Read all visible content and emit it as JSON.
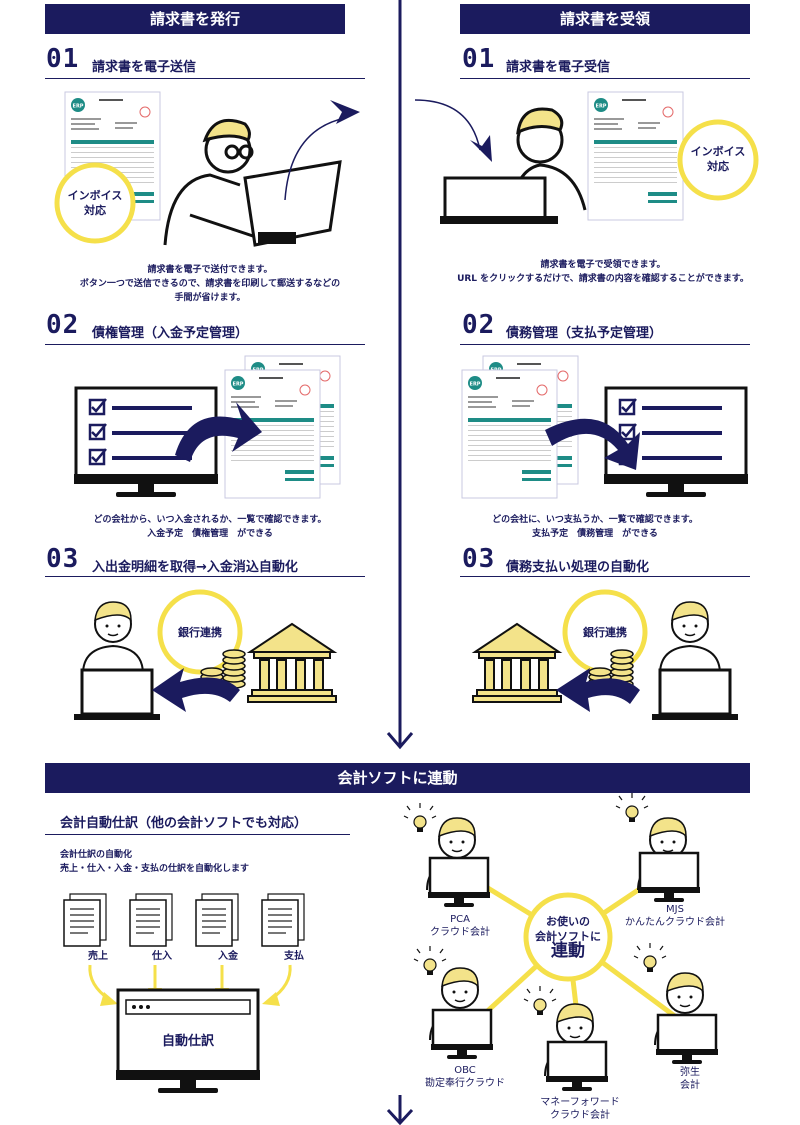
{
  "left": {
    "banner": "請求書を発行",
    "s1": {
      "num": "01",
      "title": "請求書を電子送信",
      "circle": [
        "インボイス",
        "対応"
      ],
      "caption": [
        "請求書を電子で送付できます。",
        "ボタン一つで送信できるので、請求書を印刷して郵送するなどの",
        "手間が省けます。"
      ]
    },
    "s2": {
      "num": "02",
      "title": "債権管理（入金予定管理）",
      "caption": [
        "どの会社から、いつ入金されるか、一覧で確認できます。",
        "入金予定　債権管理　ができる"
      ]
    },
    "s3": {
      "num": "03",
      "title": "入出金明細を取得→入金消込自動化",
      "circle": "銀行連携"
    }
  },
  "right": {
    "banner": "請求書を受領",
    "s1": {
      "num": "01",
      "title": "請求書を電子受信",
      "circle": [
        "インボイス",
        "対応"
      ],
      "caption": [
        "請求書を電子で受領できます。",
        "URL をクリックするだけで、請求書の内容を確認することができます。"
      ]
    },
    "s2": {
      "num": "02",
      "title": "債務管理（支払予定管理）",
      "caption": [
        "どの会社に、いつ支払うか、一覧で確認できます。",
        "支払予定　債務管理　ができる"
      ]
    },
    "s3": {
      "num": "03",
      "title": "債務支払い処理の自動化",
      "circle": "銀行連携"
    }
  },
  "invoice_logo": "ERP",
  "accounting": {
    "banner": "会計ソフトに連動",
    "title": "会計自動仕訳（他の会計ソフトでも対応）",
    "desc": [
      "会計仕訳の自動化",
      "売上・仕入・入金・支払の仕訳を自動化します"
    ],
    "docs": [
      "売上",
      "仕入",
      "入金",
      "支払"
    ],
    "screen_label": "自動仕訳",
    "hub": [
      "お使いの",
      "会計ソフトに",
      "連動"
    ],
    "software": [
      {
        "lines": [
          "PCA",
          "クラウド会計"
        ]
      },
      {
        "lines": [
          "MJS",
          "かんたんクラウド会計"
        ]
      },
      {
        "lines": [
          "OBC",
          "勘定奉行クラウド"
        ]
      },
      {
        "lines": [
          "マネーフォワード",
          "クラウド会計"
        ]
      },
      {
        "lines": [
          "弥生",
          "会計"
        ]
      }
    ]
  },
  "colors": {
    "navy": "#1b1b5e",
    "yellow": "#f5e04a",
    "teal": "#1e8c86"
  }
}
